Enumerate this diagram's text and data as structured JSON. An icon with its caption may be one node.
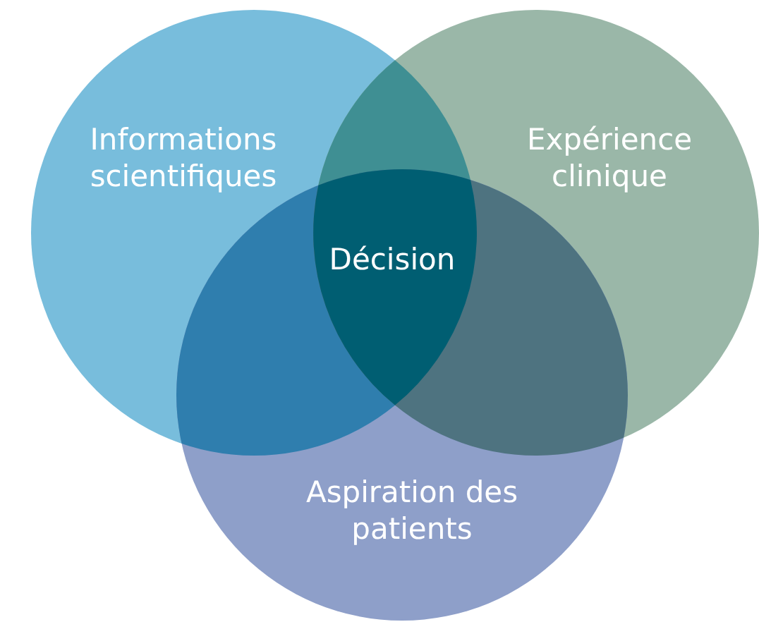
{
  "diagram": {
    "nodes": [
      {
        "text": [
          "Informations scientifiques"
        ]
      },
      {
        "text": [
          "Expérience clinique"
        ]
      },
      {
        "text": [
          "Aspiration des patients"
        ]
      },
      {
        "text": [
          "Décision"
        ]
      }
    ]
  }
}
